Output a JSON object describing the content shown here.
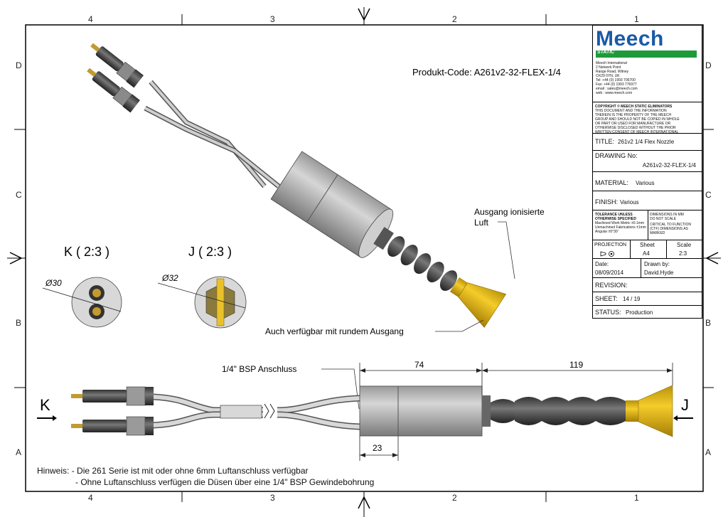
{
  "border": {
    "cols_top": [
      "4",
      "3",
      "2",
      "1"
    ],
    "cols_bottom": [
      "4",
      "3",
      "2",
      "1"
    ],
    "rows_left": [
      "D",
      "C",
      "B",
      "A"
    ],
    "rows_right": [
      "D",
      "C",
      "B",
      "A"
    ]
  },
  "product_code": "Produkt-Code: A261v2-32-FLEX-1/4",
  "views": {
    "k_label": "K ( 2:3 )",
    "j_label": "J ( 2:3 )",
    "k_diameter": "Ø30",
    "j_diameter": "Ø32",
    "k_arrow": "K",
    "j_arrow": "J"
  },
  "callouts": {
    "outlet": "Ausgang ionisierte",
    "outlet_line2": "Luft",
    "round_outlet": "Auch verfügbar mit rundem Ausgang",
    "bsp_connection": "1/4\" BSP Anschluss"
  },
  "dimensions": {
    "body_length": "74",
    "nozzle_length": "119",
    "front_length": "23"
  },
  "notes": {
    "prefix": "Hinweis:",
    "line1": "- Die 261 Serie ist mit oder ohne 6mm Luftanschluss verfügbar",
    "line2": "- Ohne Luftanschluss verfügen die Düsen über eine 1/4\" BSP Gewindebohrung"
  },
  "title_block": {
    "logo": "Meech",
    "logo_tag": "STATIC",
    "address": [
      "Meech International",
      "2 Network Point",
      "Range Road, Witney",
      "OX29 0YN, UK",
      "Tel: +44 (0) 1993 706700",
      "Fax: +44 (0) 1993 776977",
      "email : sales@meech.com",
      "web : www.meech.com"
    ],
    "copyright": [
      "COPYRIGHT © MEECH STATIC ELIMINATORS",
      "THIS DOCUMENT AND THE INFORMATION",
      "THEREIN IS THE PROPERTY OF THE MEECH",
      "GROUP AND SHOULD NOT BE COPIED IN WHOLE",
      "OR PART OR USED FOR MANUFACTURE OR",
      "OTHERWISE DISCLOSED WITHOUT THE PRIOR",
      "WRITTEN CONSENT OF MEECH INTERNATIONAL"
    ],
    "title_label": "TITLE:",
    "title_value": "261v2 1/4 Flex Nozzle",
    "drawing_label": "DRAWING No:",
    "drawing_value": "A261v2-32-FLEX-1/4",
    "material_label": "MATERIAL:",
    "material_value": "Various",
    "finish_label": "FINISH:",
    "finish_value": "Various",
    "tolerance": [
      "TOLERANCE UNLESS",
      "OTHERWISE SPECIFIED",
      "Machined Work Metric ±0.1mm",
      "Unmachined Fabrications ±1mm",
      "Angular ±0°30'"
    ],
    "dimensions_note": [
      "DIMENSIONS IN MM",
      "DO NOT SCALE",
      "CRITICAL TO FUNCTION",
      "(CTF) DIMENSIONS AS",
      "MARKED"
    ],
    "projection_label": "PROJECTION",
    "sheet_label": "Sheet",
    "sheet_value": "A4",
    "scale_label": "Scale",
    "scale_value": "2:3",
    "date_label": "Date:",
    "date_value": "08/09/2014",
    "drawn_label": "Drawn by:",
    "drawn_value": "David.Hyde",
    "revision_label": "REVISION:",
    "sheet_no_label": "SHEET:",
    "sheet_no_value": "14 / 19",
    "status_label": "STATUS:",
    "status_value": "Production"
  }
}
